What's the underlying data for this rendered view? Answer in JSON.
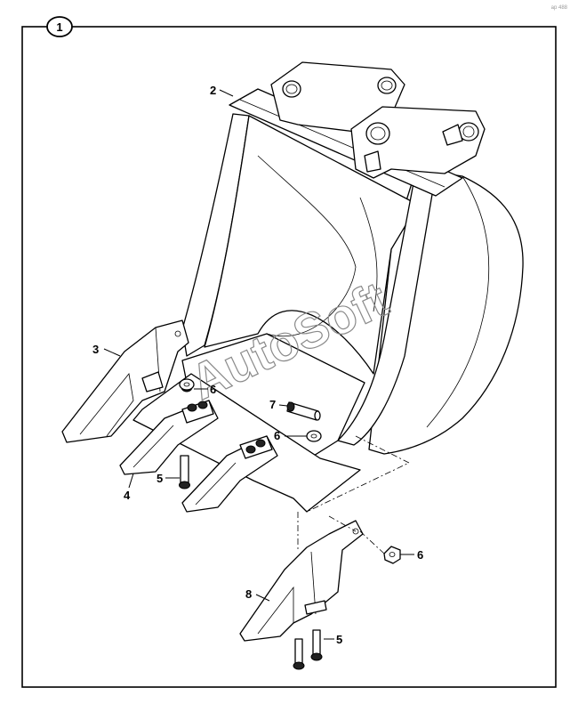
{
  "figure": {
    "number": "1",
    "watermark": "AutoSoft",
    "corner_mark": "ap 488"
  },
  "callouts": [
    {
      "id": "callout-2",
      "text": "2"
    },
    {
      "id": "callout-3",
      "text": "3"
    },
    {
      "id": "callout-4",
      "text": "4"
    },
    {
      "id": "callout-5a",
      "text": "5"
    },
    {
      "id": "callout-5b",
      "text": "5"
    },
    {
      "id": "callout-6a",
      "text": "6"
    },
    {
      "id": "callout-6b",
      "text": "6"
    },
    {
      "id": "callout-6c",
      "text": "6"
    },
    {
      "id": "callout-7",
      "text": "7"
    },
    {
      "id": "callout-8",
      "text": "8"
    }
  ]
}
